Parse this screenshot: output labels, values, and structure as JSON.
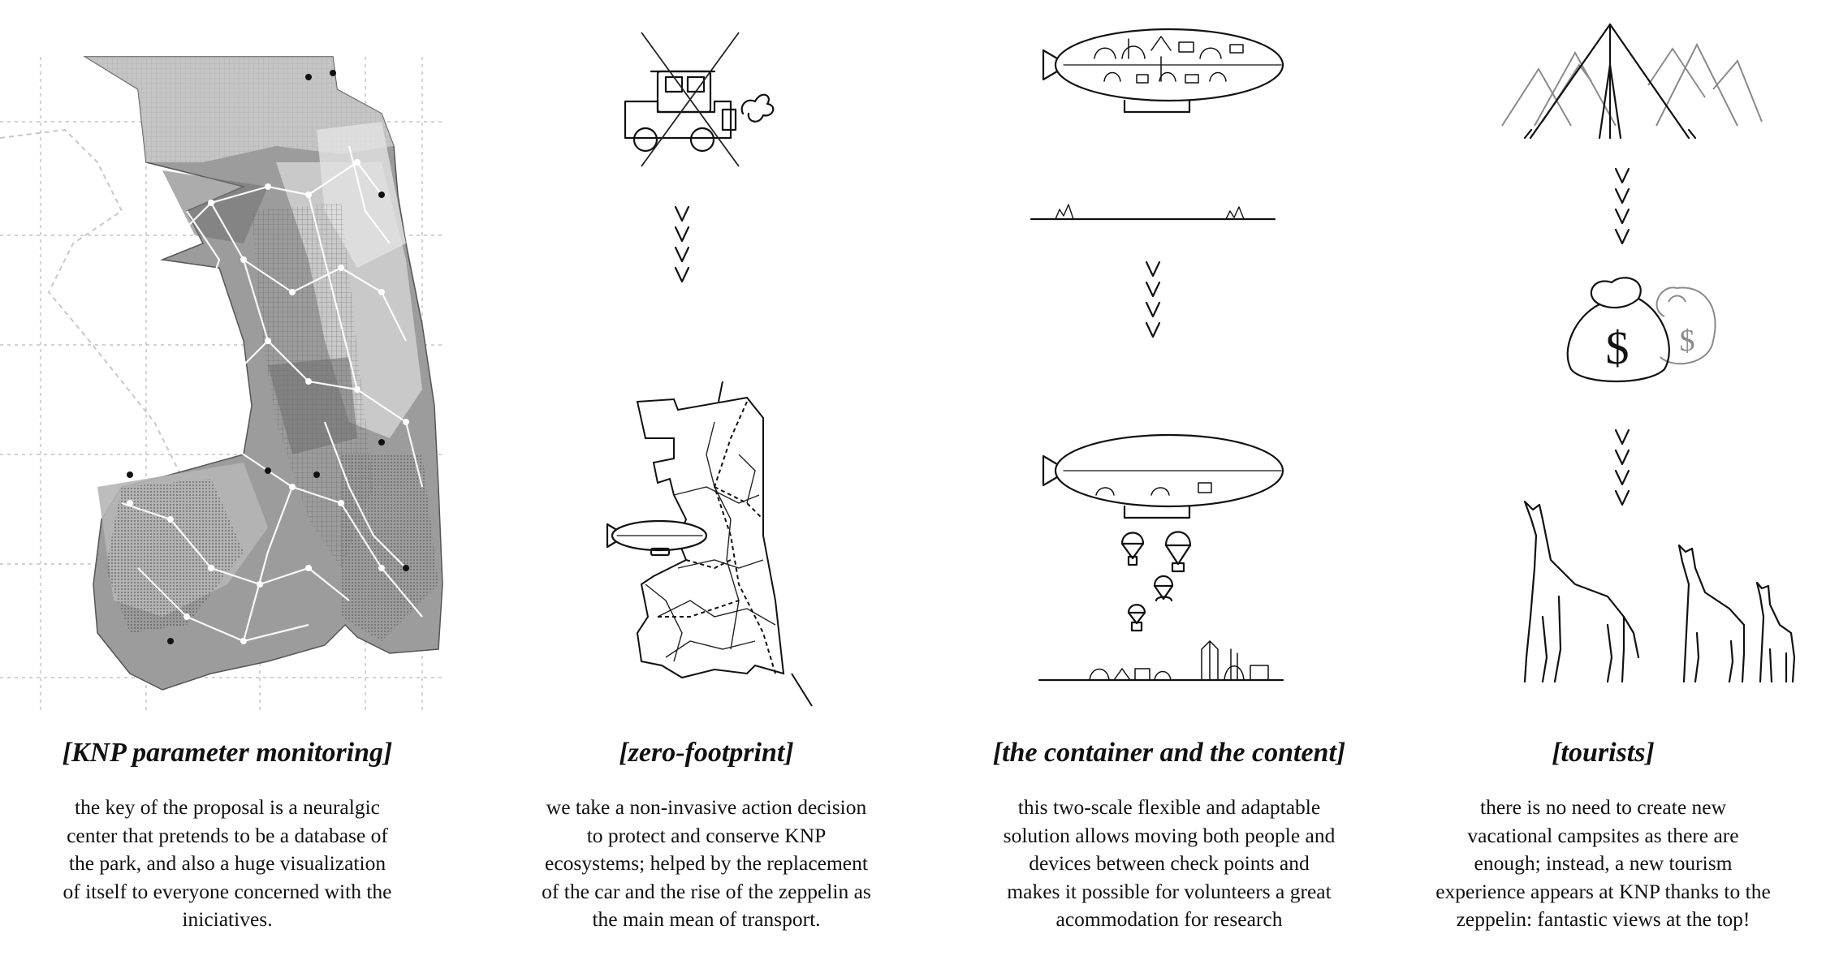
{
  "panels": [
    {
      "title": "[KNP parameter monitoring]",
      "lines": [
        "the key of the proposal is a neuralgic",
        "center that pretends to be a database of",
        "the park, and also a huge visualization",
        "of itself to everyone concerned with the",
        "iniciatives."
      ]
    },
    {
      "title": "[zero-footprint]",
      "lines": [
        "we take a non-invasive action decision",
        "to protect and conserve KNP",
        "ecosystems; helped by the replacement",
        "of the car  and the rise of the zeppelin as",
        "the main mean of transport."
      ]
    },
    {
      "title": "[the container and the content]",
      "lines": [
        "this two-scale flexible and adaptable",
        "solution allows moving both people and",
        "devices between check points and",
        "makes it possible for volunteers a great",
        "acommodation for research"
      ]
    },
    {
      "title": "[tourists]",
      "lines": [
        "there is no need to create new",
        "vacational campsites as there are",
        "enough; instead, a new tourism",
        "experience appears at KNP thanks to the",
        "zeppelin: fantastic views at the top!"
      ]
    }
  ],
  "icons": {
    "money_symbol": "$"
  }
}
